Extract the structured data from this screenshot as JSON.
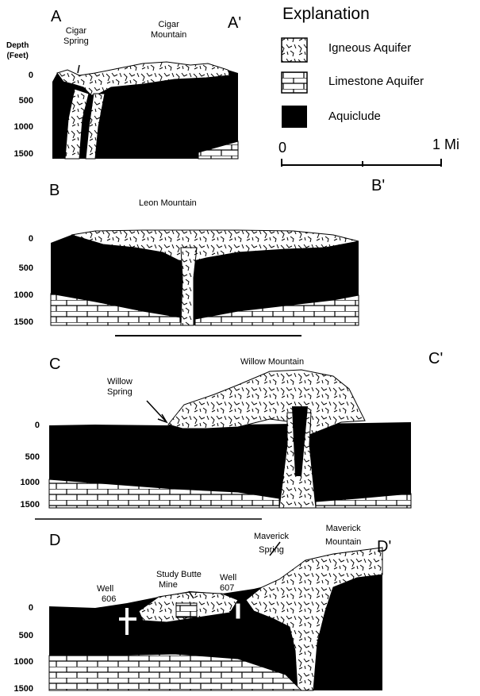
{
  "explanation": {
    "title": "Explanation",
    "items": [
      "Igneous Aquifer",
      "Limestone Aquifer",
      "Aquiclude"
    ],
    "scale_start": "0",
    "scale_end": "1 Mi"
  },
  "depth_label": [
    "Depth",
    "(Feet)"
  ],
  "depth_ticks": [
    "0",
    "500",
    "1000",
    "1500"
  ],
  "section_a": {
    "left": "A",
    "right": "A'",
    "labels": {
      "spring": [
        "Cigar",
        "Spring"
      ],
      "mountain": [
        "Cigar",
        "Mountain"
      ]
    }
  },
  "section_b": {
    "left": "B",
    "right": "B'",
    "labels": {
      "mountain": "Leon Mountain"
    }
  },
  "section_c": {
    "left": "C",
    "right": "C'",
    "labels": {
      "mountain": "Willow Mountain",
      "spring": [
        "Willow",
        "Spring"
      ]
    }
  },
  "section_d": {
    "left": "D",
    "right": "D'",
    "labels": {
      "well_606": [
        "Well",
        "606"
      ],
      "mine": [
        "Study Butte",
        "Mine"
      ],
      "well_607": [
        "Well",
        "607"
      ],
      "spring": [
        "Maverick",
        "Spring"
      ],
      "mountain": [
        "Maverick",
        "Mountain"
      ]
    }
  }
}
